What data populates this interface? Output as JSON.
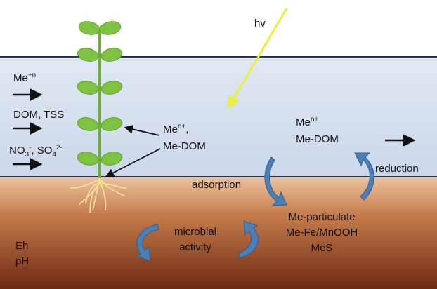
{
  "colors": {
    "water_top": "#dfe8f3",
    "water_bottom": "#cbd8ea",
    "water_line": "#23324f",
    "sediment_top": "#ecc39e",
    "sediment_mid": "#c47a4a",
    "sediment_bottom": "#6e2a12",
    "leaf": "#7ec242",
    "leaf_edge": "#5fa02a",
    "stem": "#6fae38",
    "root": "#f6e59a",
    "light_ray": "#eaef3a",
    "arrow_black": "#111111",
    "cycle_arrow": "#4a7fb8",
    "cycle_arrow_edge": "#2e5f94"
  },
  "labels": {
    "light": "hv",
    "metal_in": {
      "base": "Me",
      "sup": "+n"
    },
    "dom_tss": "DOM, TSS",
    "nutrients": {
      "no3_base": "NO",
      "no3_sub": "3",
      "no3_sup": "-",
      "sep": ", SO",
      "so4_sub": "4",
      "so4_sup": "2-"
    },
    "plant_uptake": {
      "base": "Me",
      "sup": "n+",
      "tail": ",",
      "line2": "Me-DOM"
    },
    "dissolved": {
      "base": "Me",
      "sup": "n+",
      "line2": "Me-DOM"
    },
    "reduction": "reduction",
    "adsorption": "adsorption",
    "particulate": [
      "Me-particulate",
      "Me-Fe/MnOOH",
      "MeS"
    ],
    "microbial": [
      "microbial",
      "activity"
    ],
    "eh": "Eh",
    "ph": "pH"
  }
}
